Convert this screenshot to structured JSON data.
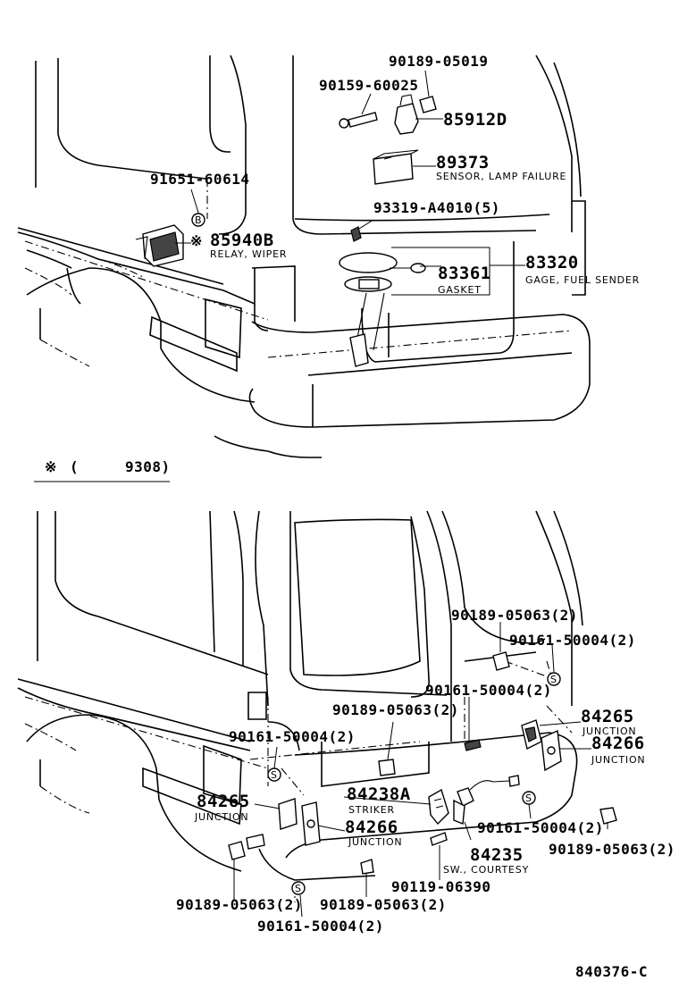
{
  "upper": {
    "p_90189_05019": "90189-05019",
    "p_90159_60025": "90159-60025",
    "p_85912d": "85912D",
    "p_89373": "89373",
    "d_89373": "SENSOR, LAMP FAILURE",
    "p_91651_60614": "91651-60614",
    "p_93319": "93319-A4010(5)",
    "p_85940b": "85940B",
    "d_85940b": "RELAY, WIPER",
    "p_83361": "83361",
    "d_83361": "GASKET",
    "p_83320": "83320",
    "d_83320": "GAGE, FUEL SENDER",
    "asterisk_mark": "※",
    "circle_b": "B"
  },
  "note": {
    "mark": "※",
    "open": "(",
    "value": "9308)"
  },
  "lower": {
    "p_90189_05063_tr": "90189-05063(2)",
    "p_90161_50004_tr": "90161-50004(2)",
    "p_90161_50004_mid": "90161-50004(2)",
    "p_90189_05063_mid": "90189-05063(2)",
    "p_84265_r": "84265",
    "d_84265_r": "JUNCTION",
    "p_84266_r": "84266",
    "d_84266_r": "JUNCTION",
    "p_90161_50004_l": "90161-50004(2)",
    "p_84238a": "84238A",
    "d_84238a": "STRIKER",
    "p_84265_l": "84265",
    "d_84265_l": "JUNCTION",
    "p_84266_l": "84266",
    "d_84266_l": "JUNCTION",
    "p_90161_50004_br": "90161-50004(2)",
    "p_90189_05063_br": "90189-05063(2)",
    "p_84235": "84235",
    "d_84235": "SW., COURTESY",
    "p_90119_06390": "90119-06390",
    "p_90189_05063_bl": "90189-05063(2)",
    "p_90189_05063_bc": "90189-05063(2)",
    "p_90161_50004_bc": "90161-50004(2)",
    "circle_s": "S"
  },
  "footer": {
    "code": "840376-C"
  }
}
